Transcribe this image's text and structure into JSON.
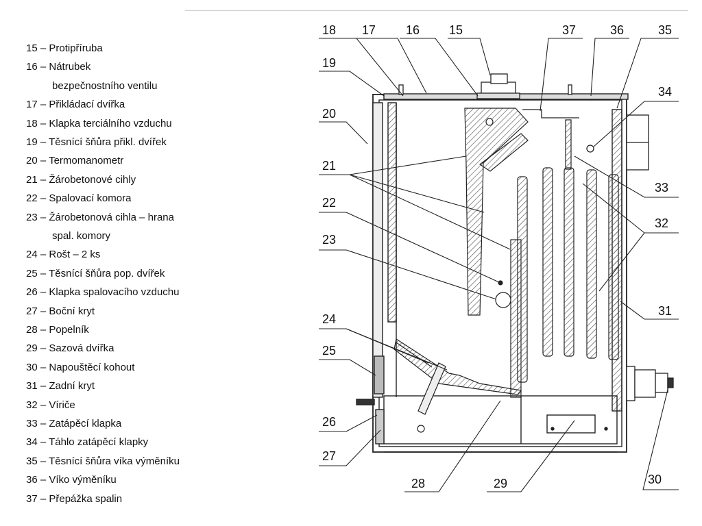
{
  "legend": [
    {
      "lines": [
        "15 – Protipříruba"
      ]
    },
    {
      "lines": [
        "16 – Nátrubek",
        "bezpečnostního ventilu"
      ]
    },
    {
      "lines": [
        "17 – Přikládací dvířka"
      ]
    },
    {
      "lines": [
        "18 – Klapka terciálního vzduchu"
      ]
    },
    {
      "lines": [
        "19 – Těsnící šňůra přikl. dvířek"
      ]
    },
    {
      "lines": [
        "20 – Termomanometr"
      ]
    },
    {
      "lines": [
        "21 – Žárobetonové cihly"
      ]
    },
    {
      "lines": [
        "22 – Spalovací komora"
      ]
    },
    {
      "lines": [
        "23 – Žárobetonová cihla – hrana",
        "spal. komory"
      ]
    },
    {
      "lines": [
        "24 – Rošt – 2 ks"
      ]
    },
    {
      "lines": [
        "25 – Těsnící šňůra pop. dvířek"
      ]
    },
    {
      "lines": [
        "26 – Klapka spalovacího vzduchu"
      ]
    },
    {
      "lines": [
        "27 – Boční kryt"
      ]
    },
    {
      "lines": [
        "28 – Popelník"
      ]
    },
    {
      "lines": [
        "29 – Sazová dvířka"
      ]
    },
    {
      "lines": [
        "30 – Napouštěcí kohout"
      ]
    },
    {
      "lines": [
        "31 – Zadní kryt"
      ]
    },
    {
      "lines": [
        "32 – Víriče"
      ]
    },
    {
      "lines": [
        "33 – Zatápěcí klapka"
      ]
    },
    {
      "lines": [
        "34 – Táhlo zatápěcí klapky"
      ]
    },
    {
      "lines": [
        "35 – Těsnící šňůra víka výměníku"
      ]
    },
    {
      "lines": [
        "36 – Víko výměníku"
      ]
    },
    {
      "lines": [
        "37 – Přepážka spalin"
      ]
    }
  ],
  "callouts": [
    "18",
    "17",
    "16",
    "15",
    "37",
    "36",
    "35",
    "19",
    "20",
    "21",
    "22",
    "23",
    "24",
    "25",
    "26",
    "27",
    "28",
    "29",
    "30",
    "31",
    "32",
    "33",
    "34"
  ],
  "colors": {
    "line": "#222222",
    "hatch": "#555555",
    "text": "#111111"
  }
}
